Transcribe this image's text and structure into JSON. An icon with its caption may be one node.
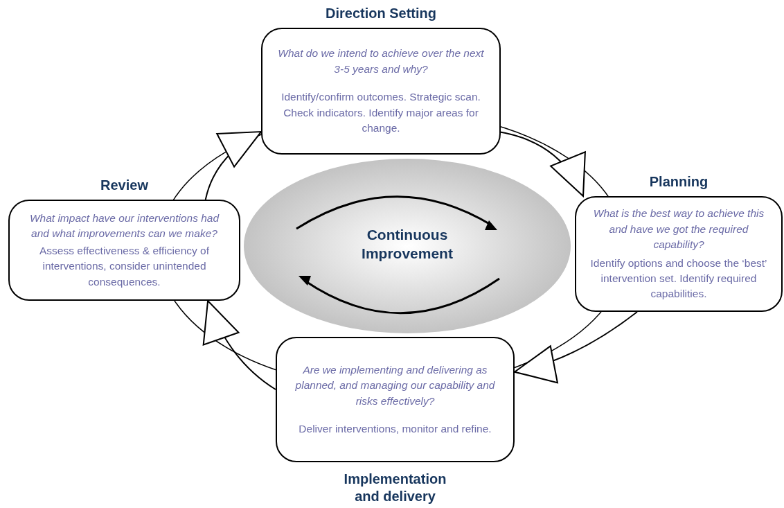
{
  "diagram": {
    "nodes": [
      {
        "text": [
          "Direction Setting",
          "What do we intend to achieve over the next 3-5 years and why?",
          "Identify/confirm outcomes. Strategic scan. Check indicators. Identify major areas for change."
        ]
      },
      {
        "text": [
          "Planning",
          "What is the best way to achieve this and have we got the required capability?",
          "Identify options and choose the ‘best’ intervention set. Identify required capabilities."
        ]
      },
      {
        "text": [
          "Are we implementing and delivering as planned, and managing our capability and risks effectively?",
          "Deliver interventions, monitor and refine.",
          "Implementation and delivery"
        ]
      },
      {
        "text": [
          "Review",
          "What impact have our interventions had and what improvements can we make?",
          "Assess effectiveness & efficiency of interventions, consider unintended consequences."
        ]
      },
      {
        "text": [
          "Continuous Improvement"
        ]
      }
    ],
    "edges": [
      {
        "from": 0,
        "to": 1,
        "arrow": "to"
      },
      {
        "from": 1,
        "to": 2,
        "arrow": "to"
      },
      {
        "from": 2,
        "to": 3,
        "arrow": "to"
      },
      {
        "from": 3,
        "to": 0,
        "arrow": "to"
      }
    ]
  }
}
